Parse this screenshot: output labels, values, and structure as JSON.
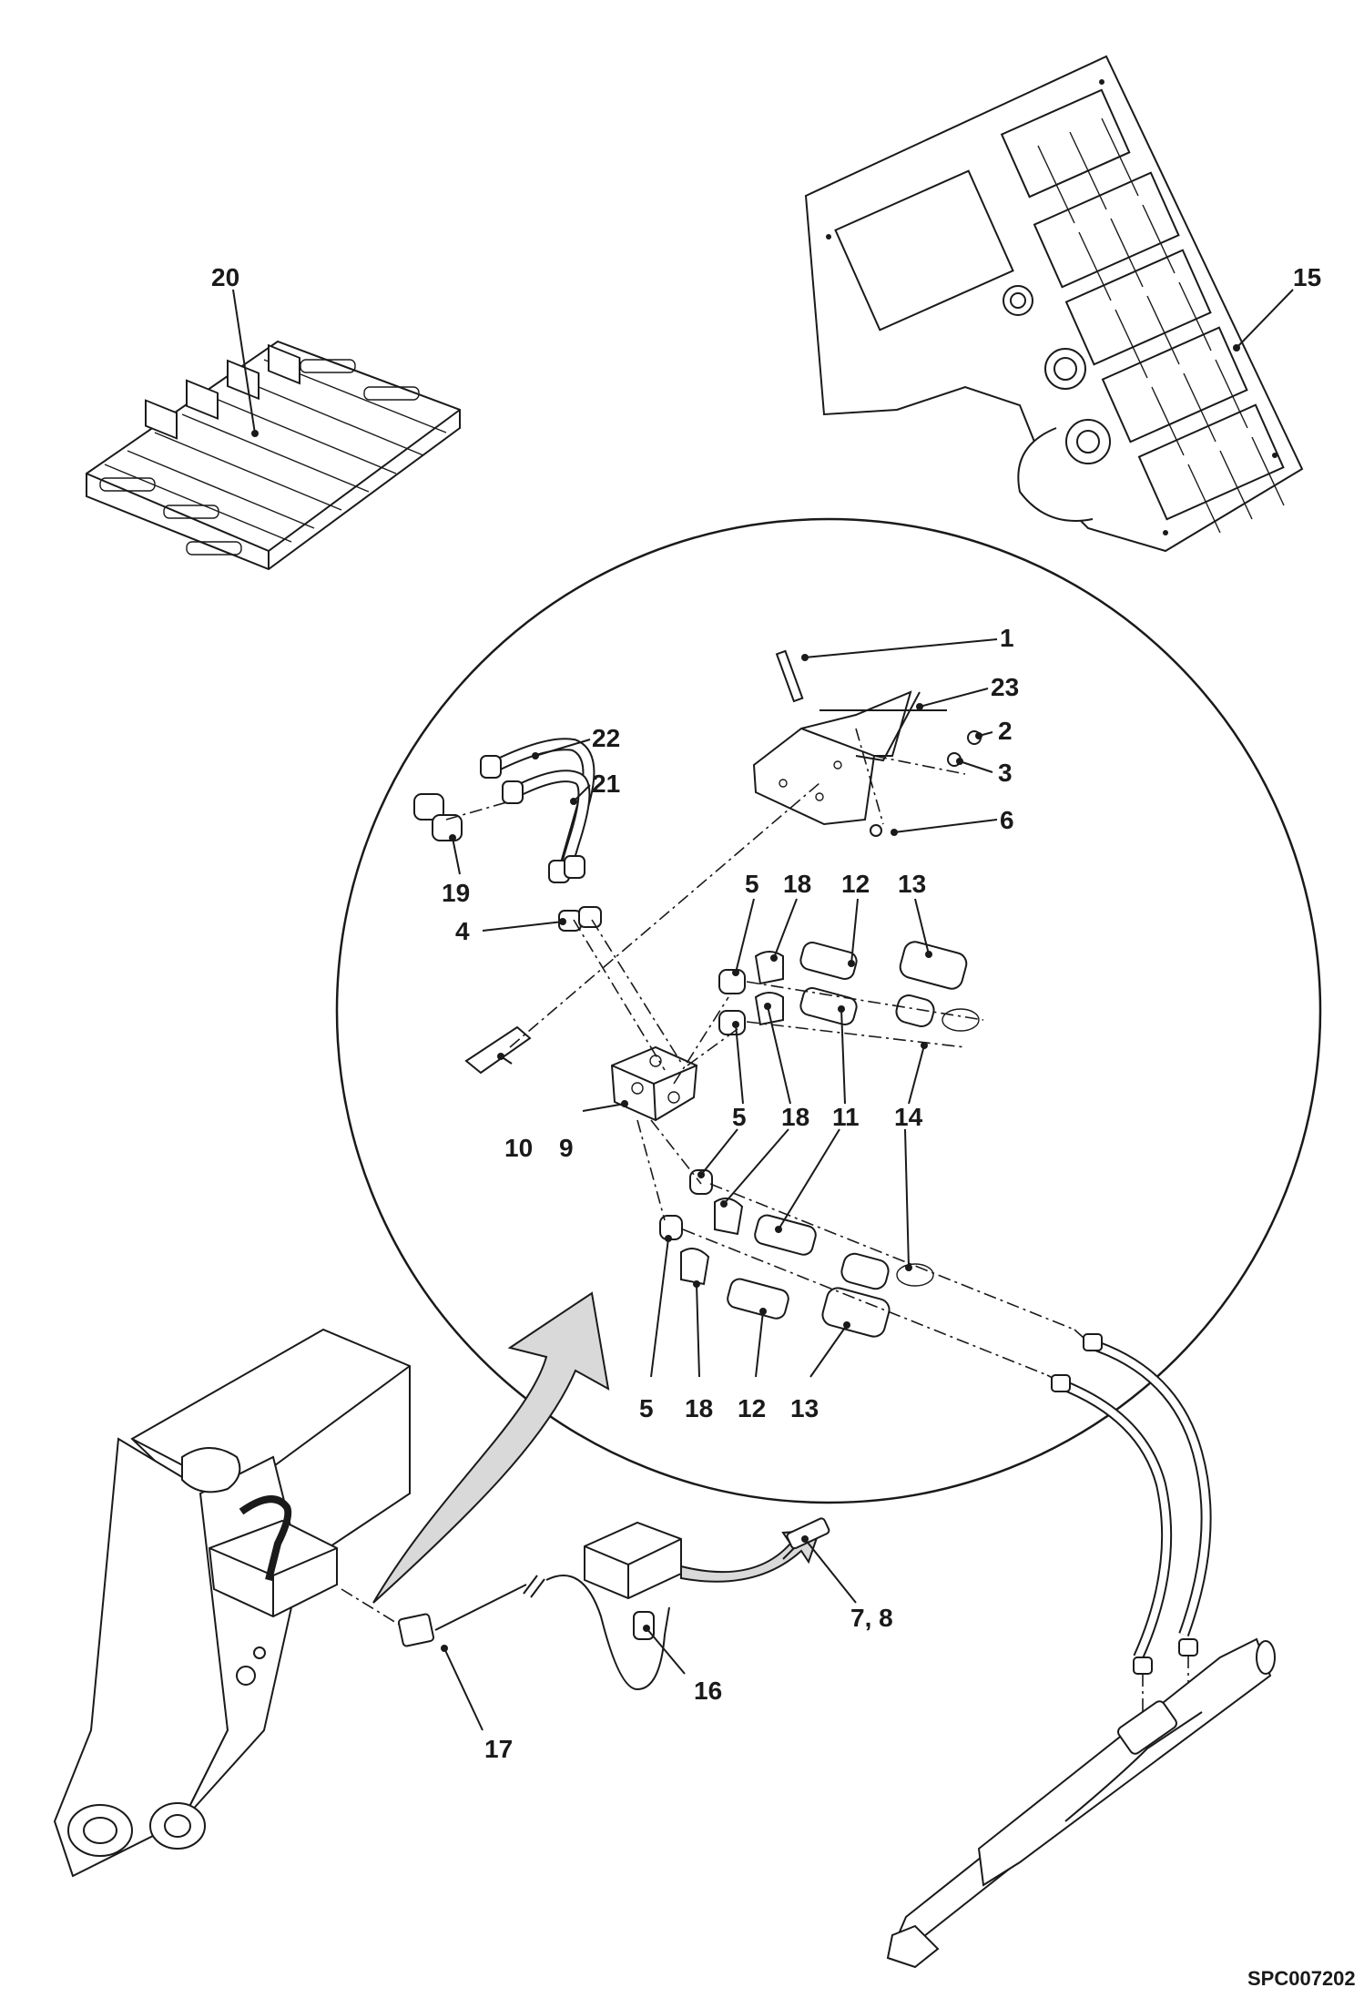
{
  "document_code": "SPC007202",
  "callouts": [
    {
      "id": "c1",
      "text": "1"
    },
    {
      "id": "c2",
      "text": "2"
    },
    {
      "id": "c3",
      "text": "3"
    },
    {
      "id": "c4",
      "text": "4"
    },
    {
      "id": "c5a",
      "text": "5"
    },
    {
      "id": "c5b",
      "text": "5"
    },
    {
      "id": "c5c",
      "text": "5"
    },
    {
      "id": "c6",
      "text": "6"
    },
    {
      "id": "c78",
      "text": "7, 8"
    },
    {
      "id": "c9",
      "text": "9"
    },
    {
      "id": "c10",
      "text": "10"
    },
    {
      "id": "c11a",
      "text": "11"
    },
    {
      "id": "c12a",
      "text": "12"
    },
    {
      "id": "c12b",
      "text": "12"
    },
    {
      "id": "c13a",
      "text": "13"
    },
    {
      "id": "c13b",
      "text": "13"
    },
    {
      "id": "c14",
      "text": "14"
    },
    {
      "id": "c15",
      "text": "15"
    },
    {
      "id": "c16",
      "text": "16"
    },
    {
      "id": "c17",
      "text": "17"
    },
    {
      "id": "c18a",
      "text": "18"
    },
    {
      "id": "c18b",
      "text": "18"
    },
    {
      "id": "c18c",
      "text": "18"
    },
    {
      "id": "c19",
      "text": "19"
    },
    {
      "id": "c20",
      "text": "20"
    },
    {
      "id": "c21",
      "text": "21"
    },
    {
      "id": "c22",
      "text": "22"
    },
    {
      "id": "c23",
      "text": "23"
    }
  ]
}
